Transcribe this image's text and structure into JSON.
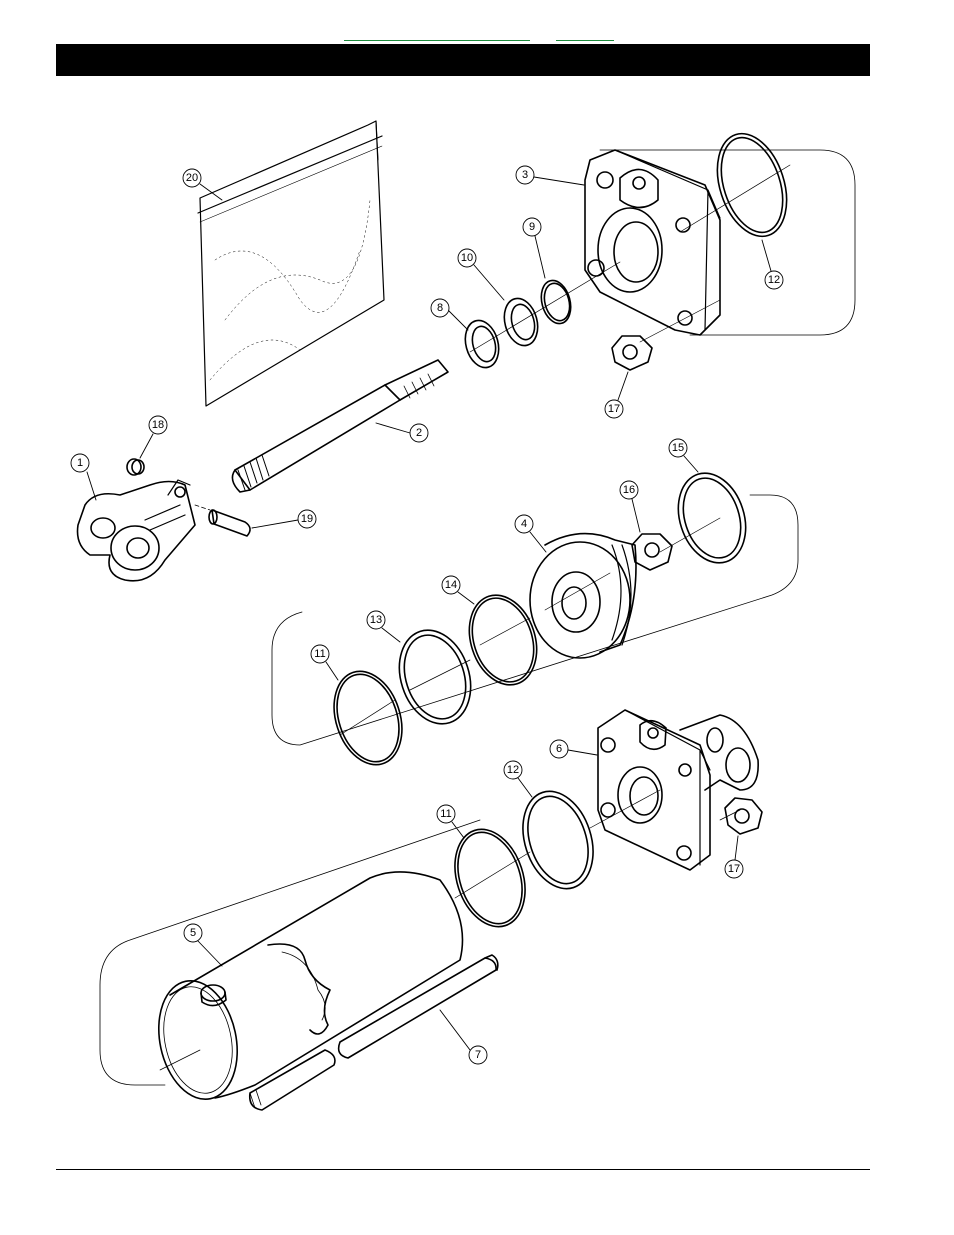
{
  "header": {
    "links": [
      "",
      ""
    ]
  },
  "callouts": [
    {
      "label": "1"
    },
    {
      "label": "2"
    },
    {
      "label": "3"
    },
    {
      "label": "4"
    },
    {
      "label": "5"
    },
    {
      "label": "6"
    },
    {
      "label": "7"
    },
    {
      "label": "8"
    },
    {
      "label": "9"
    },
    {
      "label": "10"
    },
    {
      "label": "11"
    },
    {
      "label": "11"
    },
    {
      "label": "12"
    },
    {
      "label": "12"
    },
    {
      "label": "13"
    },
    {
      "label": "14"
    },
    {
      "label": "15"
    },
    {
      "label": "16"
    },
    {
      "label": "17"
    },
    {
      "label": "17"
    },
    {
      "label": "18"
    },
    {
      "label": "19"
    },
    {
      "label": "20"
    }
  ]
}
